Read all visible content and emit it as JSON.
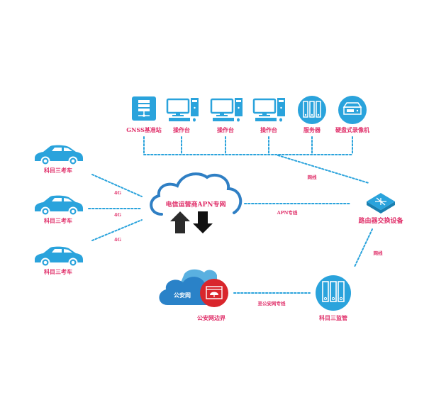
{
  "colors": {
    "primary_blue": "#2aa3dc",
    "cloud_blue": "#2f7fc4",
    "label_pink": "#e0306a",
    "firewall_red": "#d9262c",
    "arrow_dark": "#222222",
    "link_dash": "#2aa3dc"
  },
  "top_devices": [
    {
      "icon": "gnss-base-station-icon",
      "label": "GNSS基准站"
    },
    {
      "icon": "workstation-computer-icon",
      "label": "操作台"
    },
    {
      "icon": "workstation-computer-icon",
      "label": "操作台"
    },
    {
      "icon": "workstation-computer-icon",
      "label": "操作台"
    },
    {
      "icon": "server-icon",
      "label": "服务器"
    },
    {
      "icon": "video-recorder-icon",
      "label": "硬盘式录像机"
    }
  ],
  "vehicles": [
    {
      "icon": "car-icon",
      "label": "科目三考车",
      "link": "4G"
    },
    {
      "icon": "car-icon",
      "label": "科目三考车",
      "link": "4G"
    },
    {
      "icon": "car-icon",
      "label": "科目三考车",
      "link": "4G"
    }
  ],
  "apn_cloud": {
    "icon": "cloud-icon",
    "label": "电信运营商APN专网"
  },
  "router": {
    "icon": "router-switch-icon",
    "label": "路由器交换设备"
  },
  "police_net": {
    "cloud_label": "公安网",
    "boundary_label": "公安网边界"
  },
  "supervision": {
    "icon": "server-icon",
    "label": "科目三监管"
  },
  "links": {
    "lan_top": "网线",
    "apn_line": "APN专线",
    "lan_router": "网线",
    "police_line": "至公安网专线"
  }
}
